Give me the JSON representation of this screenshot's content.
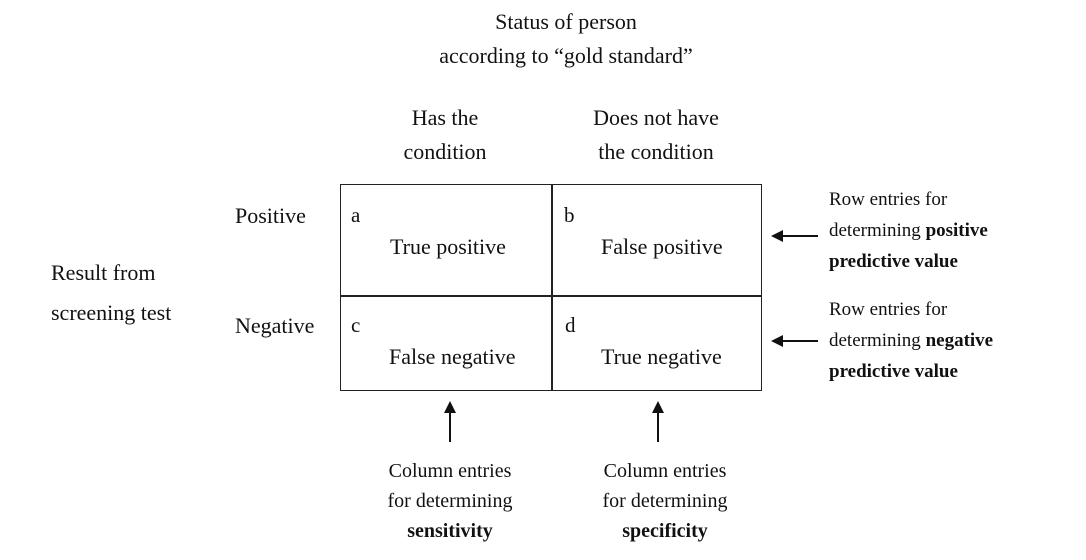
{
  "header": {
    "line1": "Status of person",
    "line2": "according to “gold standard”"
  },
  "columns": [
    {
      "line1": "Has the",
      "line2": "condition"
    },
    {
      "line1": "Does not have",
      "line2": "the condition"
    }
  ],
  "rows": {
    "title_line1": "Result from",
    "title_line2": "screening test",
    "labels": [
      "Positive",
      "Negative"
    ]
  },
  "cells": [
    {
      "letter": "a",
      "text": "True positive"
    },
    {
      "letter": "b",
      "text": "False positive"
    },
    {
      "letter": "c",
      "text": "False negative"
    },
    {
      "letter": "d",
      "text": "True negative"
    }
  ],
  "row_notes": [
    {
      "line1": "Row entries for",
      "line2_plain": "determining ",
      "line2_bold": "positive",
      "line3_bold": "predictive value"
    },
    {
      "line1": "Row entries for",
      "line2_plain": "determining ",
      "line2_bold": "negative",
      "line3_bold": "predictive value"
    }
  ],
  "column_notes": [
    {
      "line1": "Column entries",
      "line2": "for determining",
      "line3_bold": "sensitivity"
    },
    {
      "line1": "Column entries",
      "line2": "for determining",
      "line3_bold": "specificity"
    }
  ],
  "icons": {
    "row_arrows": "arrow-left-icon",
    "column_arrows": "arrow-up-icon"
  }
}
